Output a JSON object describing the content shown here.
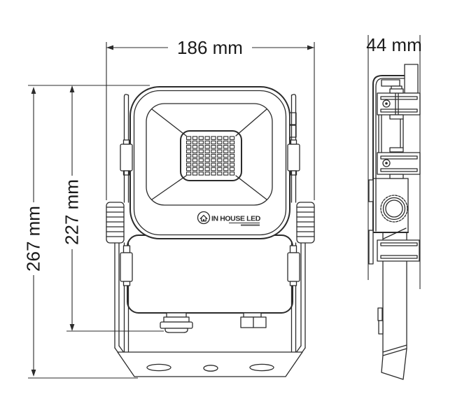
{
  "colors": {
    "line": "#2b2b2b",
    "text": "#1a1a1a",
    "background": "#ffffff"
  },
  "dimensions": {
    "front_width": "186 mm",
    "side_depth": "44 mm",
    "overall_height": "267 mm",
    "body_height": "227 mm"
  },
  "logo": {
    "brand": "IN HOUSE LED"
  },
  "led_grid": {
    "columns": 8,
    "rows": 9
  }
}
